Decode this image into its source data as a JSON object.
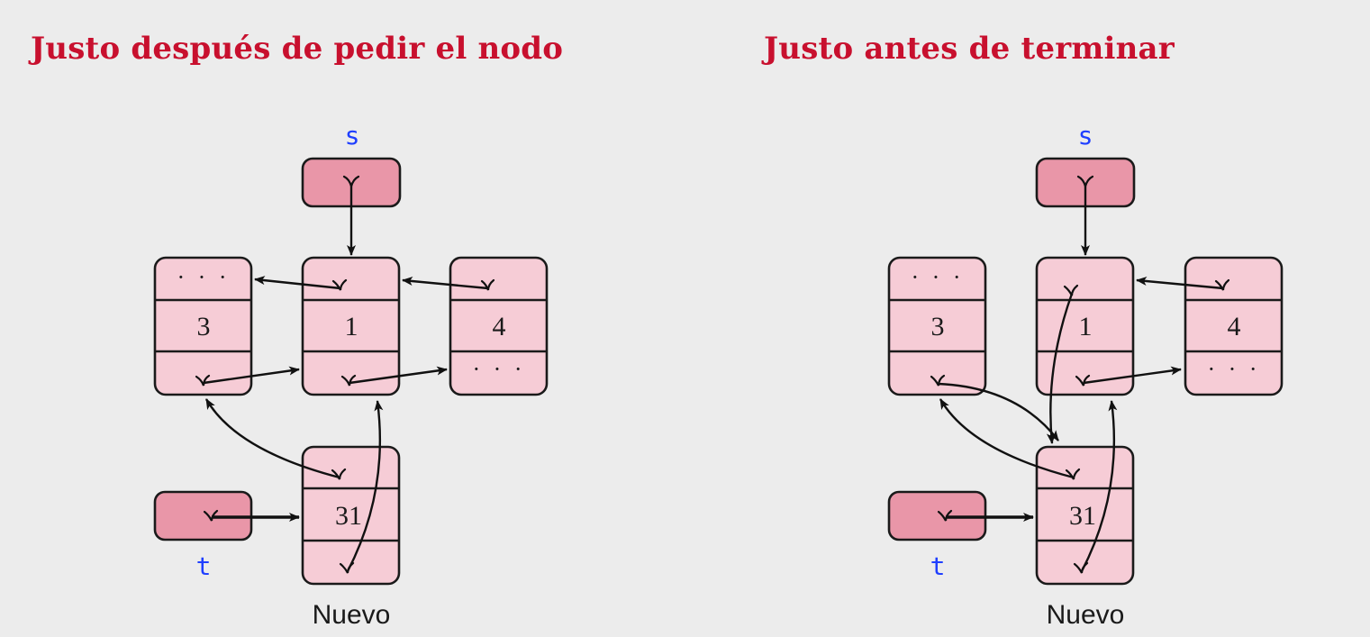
{
  "panels": [
    {
      "title": "Justo después de pedir el nodo",
      "var_s": "s",
      "var_t": "t",
      "node_left": {
        "top": "· · ·",
        "value": "3"
      },
      "node_center": {
        "value": "1"
      },
      "node_right": {
        "value": "4",
        "bottom": "· · ·"
      },
      "node_new": {
        "value": "31",
        "caption": "Nuevo"
      }
    },
    {
      "title": "Justo antes de terminar",
      "var_s": "s",
      "var_t": "t",
      "node_left": {
        "top": "· · ·",
        "value": "3"
      },
      "node_center": {
        "value": "1"
      },
      "node_right": {
        "value": "4",
        "bottom": "· · ·"
      },
      "node_new": {
        "value": "31",
        "caption": "Nuevo"
      }
    }
  ],
  "colors": {
    "title": "#c8102e",
    "variable": "#1f3fff",
    "pointer_box": "#e996a8",
    "node_box": "#f6ccd6",
    "background": "#ececec"
  }
}
